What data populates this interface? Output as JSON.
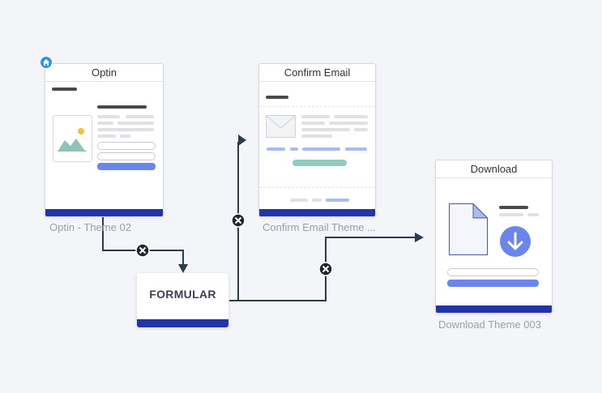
{
  "nodes": {
    "optin": {
      "title": "Optin",
      "caption": "Optin - Theme 02"
    },
    "confirm": {
      "title": "Confirm Email",
      "caption": "Confirm Email Theme ..."
    },
    "download": {
      "title": "Download",
      "caption": "Download Theme 003"
    },
    "formular": {
      "label": "FORMULAR"
    }
  },
  "colors": {
    "footer": "#2334a6",
    "connector": "#2d3b4e",
    "home_badge": "#2a96e6",
    "accent_button": "#6a86ec",
    "confirm_button": "#8fcbbf"
  },
  "icons": {
    "home": "home-icon",
    "remove": "x-circle-icon",
    "image": "image-placeholder-icon",
    "envelope": "envelope-icon",
    "file": "file-icon",
    "download": "download-arrow-icon"
  }
}
